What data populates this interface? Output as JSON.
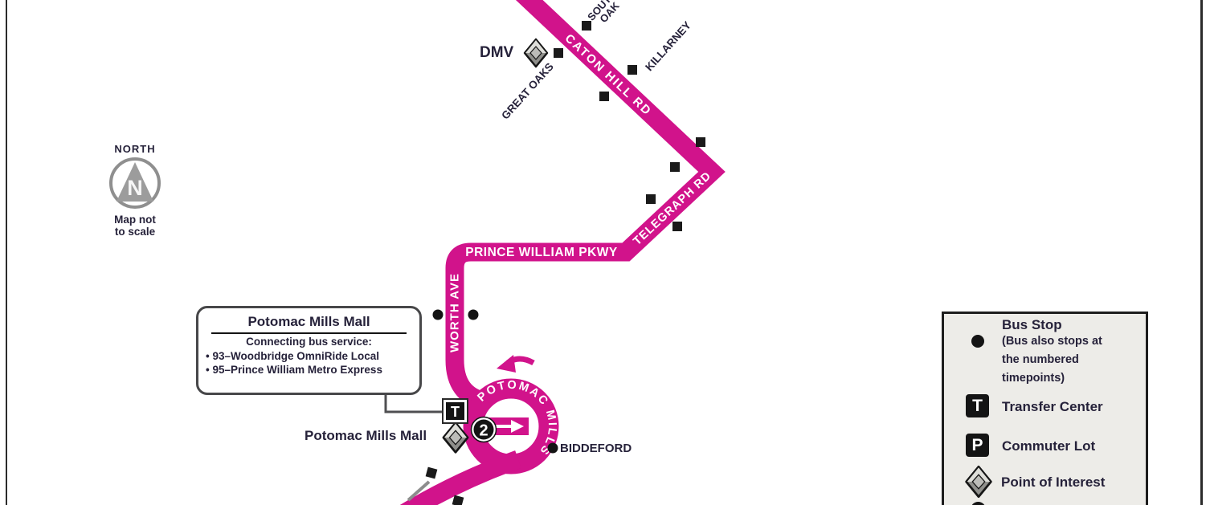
{
  "colors": {
    "route": "#d1138b",
    "legend_bg": "#edece8",
    "ink": "#26223a"
  },
  "compass": {
    "north": "NORTH",
    "letter": "N",
    "note1": "Map not",
    "note2": "to scale"
  },
  "route": {
    "streets": {
      "caton_hill": "CATON HILL RD",
      "telegraph": "TELEGRAPH RD",
      "prince_william": "PRINCE WILLIAM PKWY",
      "worth": "WORTH AVE",
      "loop": "POTOMAC MILLS"
    }
  },
  "labels": {
    "dmv": "DMV",
    "south_oak_1": "SOUTH",
    "south_oak_2": "OAK",
    "killarney": "KILLARNEY",
    "great_oaks": "GREAT OAKS",
    "biddeford": "BIDDEFORD",
    "potomac_mills_mall": "Potomac Mills Mall"
  },
  "markers": {
    "timepoint": "2",
    "transfer_letter": "T"
  },
  "callout": {
    "title": "Potomac Mills Mall",
    "subtitle": "Connecting bus service:",
    "items": [
      "• 93–Woodbridge OmniRide Local",
      "• 95–Prince William Metro Express"
    ]
  },
  "legend": {
    "bus_stop": {
      "label": "Bus Stop",
      "sub1": "(Bus also stops at",
      "sub2": "the numbered",
      "sub3": "timepoints)"
    },
    "transfer": {
      "label": "Transfer Center",
      "letter": "T"
    },
    "commuter": {
      "label": "Commuter Lot",
      "letter": "P"
    },
    "poi": {
      "label": "Point of Interest"
    }
  }
}
